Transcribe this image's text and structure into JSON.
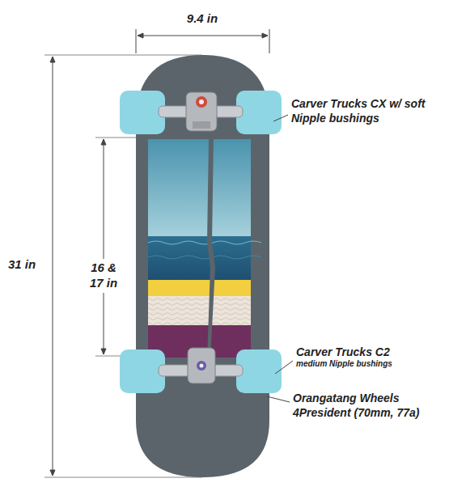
{
  "diagram": {
    "labels": [
      "9.4 in",
      "31 in",
      "16 & 17 in",
      "Carver Trucks CX w/ soft Nipple bushings",
      "Carver Trucks C2",
      "medium Nipple bushings",
      "Orangatang Wheels 4President (70mm, 77a)"
    ]
  }
}
